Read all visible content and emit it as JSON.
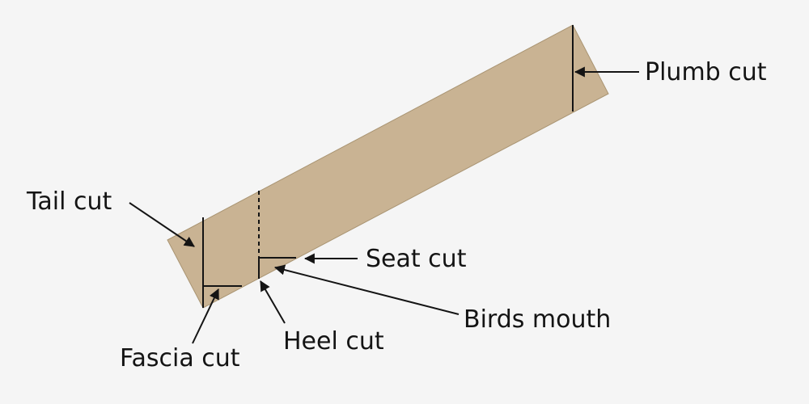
{
  "labels": {
    "plumb_cut": "Plumb cut",
    "tail_cut": "Tail cut",
    "seat_cut": "Seat cut",
    "birds_mouth": "Birds mouth",
    "heel_cut": "Heel cut",
    "fascia_cut": "Fascia cut"
  },
  "colors": {
    "background": "#f5f5f5",
    "board_fill": "#c9b393",
    "board_edge": "#a99472",
    "line": "#141414",
    "text": "#141414"
  }
}
